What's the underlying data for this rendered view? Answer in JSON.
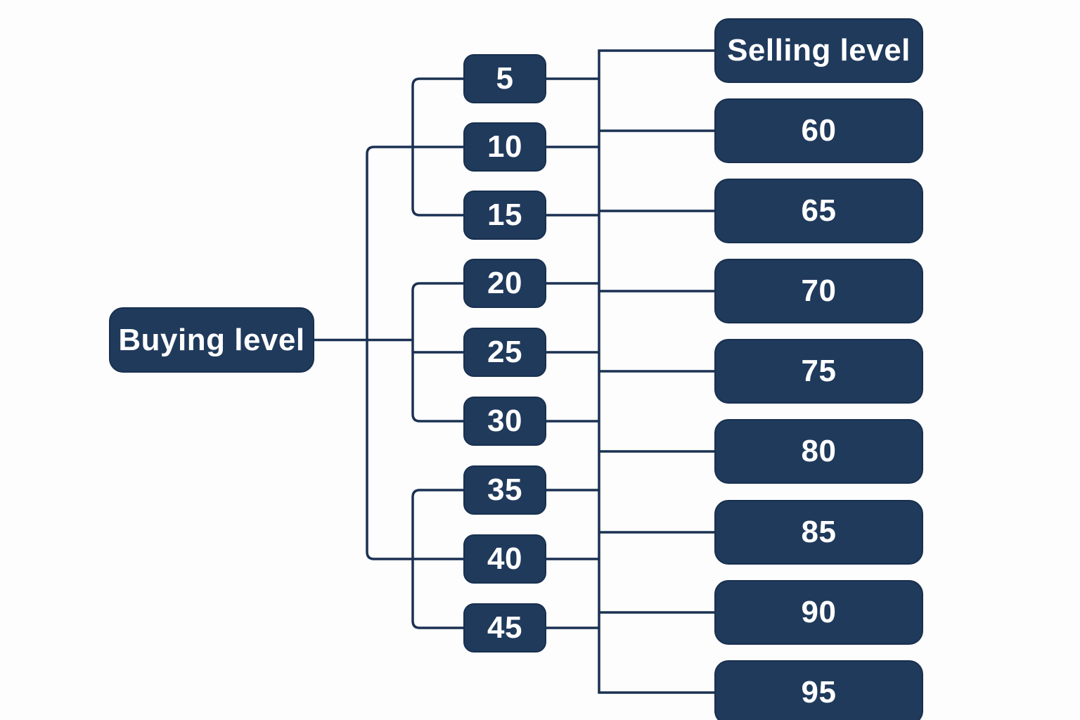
{
  "colors": {
    "node_fill": "#203a5c",
    "node_border": "#18304f",
    "line": "#1b3153",
    "text": "#ffffff",
    "background": "#fdfdfd"
  },
  "buying": {
    "label": "Buying level"
  },
  "selling": {
    "label": "Selling level"
  },
  "buy_levels": [
    {
      "label": "5"
    },
    {
      "label": "10"
    },
    {
      "label": "15"
    },
    {
      "label": "20"
    },
    {
      "label": "25"
    },
    {
      "label": "30"
    },
    {
      "label": "35"
    },
    {
      "label": "40"
    },
    {
      "label": "45"
    }
  ],
  "sell_levels": [
    {
      "label": "60"
    },
    {
      "label": "65"
    },
    {
      "label": "70"
    },
    {
      "label": "75"
    },
    {
      "label": "80"
    },
    {
      "label": "85"
    },
    {
      "label": "90"
    },
    {
      "label": "95"
    }
  ],
  "structure": {
    "buying_groups": [
      [
        "5",
        "10",
        "15"
      ],
      [
        "20",
        "25",
        "30"
      ],
      [
        "35",
        "40",
        "45"
      ]
    ],
    "note": "Buying level branches to all buy levels via three brackets; every buy level joins a shared vertical bus feeding Selling level and all sell levels"
  }
}
